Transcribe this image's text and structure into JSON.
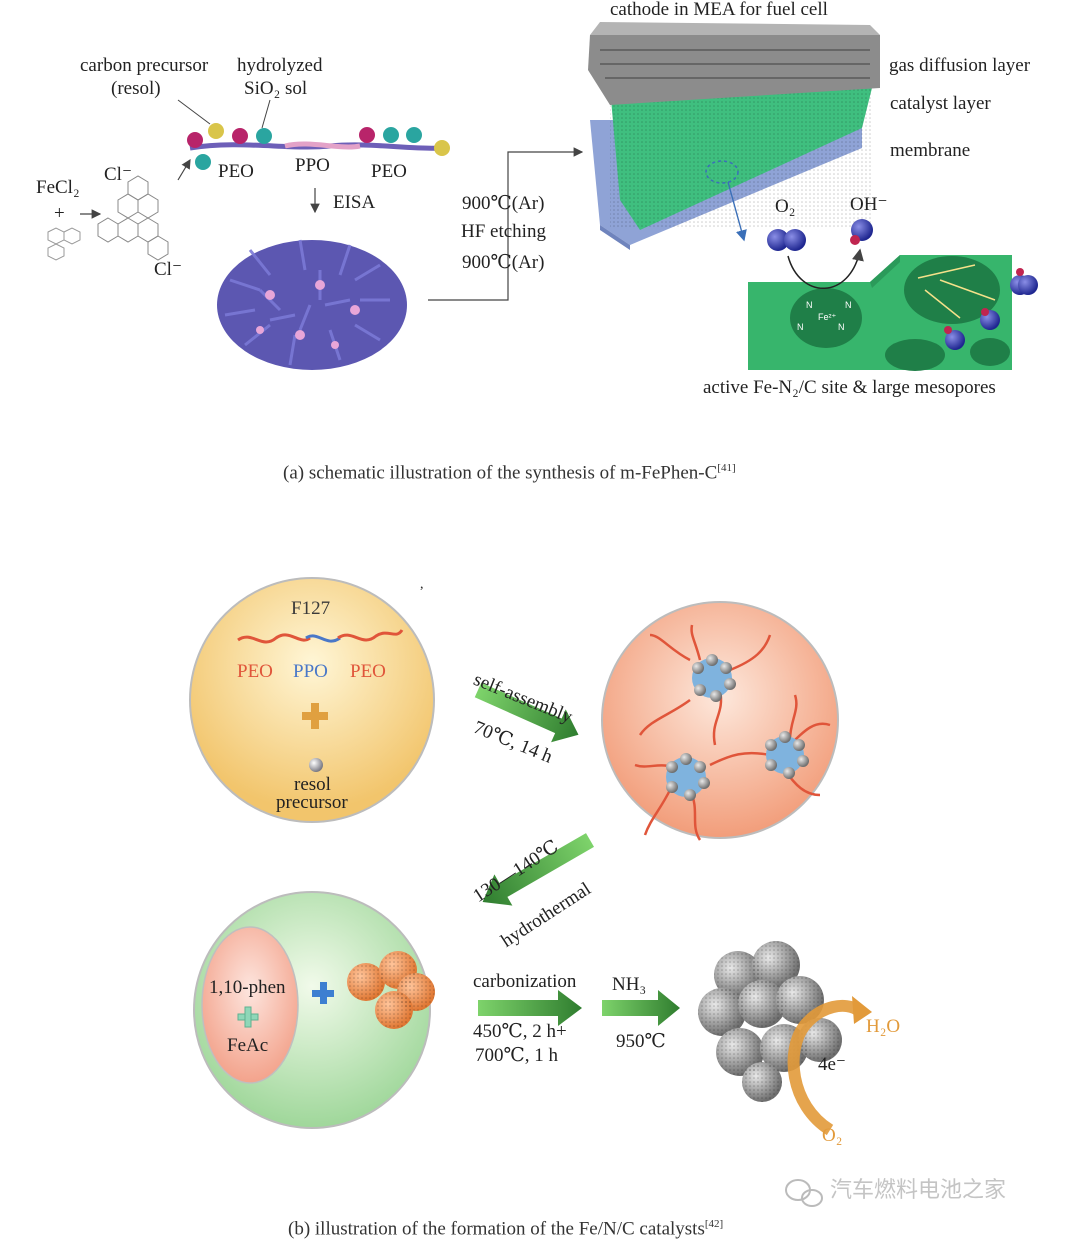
{
  "panel_a": {
    "top_label": "cathode in MEA for fuel cell",
    "carbon_precursor": "carbon precursor",
    "resol": "(resol)",
    "hydrolyzed": "hydrolyzed",
    "sio2_sol": "SiO₂ sol",
    "fecl2": "FeCl₂",
    "plus": "+",
    "cl_top": "Cl⁻",
    "cl_bottom": "Cl⁻",
    "peo_left": "PEO",
    "ppo": "PPO",
    "peo_right": "PEO",
    "eisa": "EISA",
    "step1": "900℃(Ar)",
    "step2": "HF etching",
    "step3": "900℃(Ar)",
    "gas_diffusion_layer": "gas diffusion layer",
    "catalyst_layer": "catalyst layer",
    "membrane": "membrane",
    "o2": "O₂",
    "oh": "OH⁻",
    "active_site": "active Fe-N₂/C site & large mesopores",
    "caption": "(a) schematic illustration of the synthesis of m-FePhen-C",
    "caption_ref": "[41]"
  },
  "panel_b": {
    "f127": "F127",
    "peo_left": "PEO",
    "ppo": "PPO",
    "peo_right": "PEO",
    "resol": "resol",
    "precursor": "precursor",
    "self_assembly": "self-assembly",
    "cond1": "70℃, 14 h",
    "temp_range": "130—140℃",
    "hydrothermal": "hydrothermal",
    "phen": "1,10-phen",
    "feac": "FeAc",
    "carbonization": "carbonization",
    "carb_cond1": "450℃, 2 h+",
    "carb_cond2": "700℃, 1 h",
    "nh3": "NH₃",
    "nh3_temp": "950℃",
    "four_e": "4e⁻",
    "h2o": "H₂O",
    "o2": "O₂",
    "caption": "(b) illustration of the formation of the Fe/N/C catalysts",
    "caption_ref": "[42]",
    "watermark": "汽车燃料电池之家",
    "stray_mark": ","
  },
  "colors": {
    "green_arrow": "#3a8a3a",
    "orange_chain": "#e0553a",
    "blue_chain": "#4a78c8",
    "catalyst_green": "#3fbf7f",
    "membrane_blue": "#8fa3d6"
  }
}
